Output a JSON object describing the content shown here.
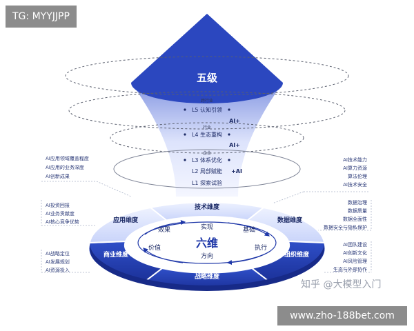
{
  "watermark": {
    "tg": "TG: MYYJJPP",
    "zhihu": "知乎 @大模型入门",
    "site": "www.zho-188bet.com"
  },
  "cone": {
    "top_label": "五级",
    "levels": [
      {
        "tag": "跨行业",
        "name": "L5 认知引领",
        "suffix": "AI+"
      },
      {
        "tag": "行业",
        "name": "L4 生态重构",
        "suffix": "AI+"
      },
      {
        "tag": "企业",
        "name": "L3 体系优化",
        "suffix": ""
      },
      {
        "tag": "",
        "name": "L2 局部赋能",
        "suffix": "+AI"
      },
      {
        "tag": "",
        "name": "L1 探索试验",
        "suffix": ""
      }
    ]
  },
  "left_notes": [
    [
      "AI应用领域覆盖程度",
      "AI应用的业务深度",
      "AI创新成果"
    ],
    [
      "AI投资回报",
      "AI业务贡献度",
      "AI核心竞争优势"
    ],
    [
      "AI战略定位",
      "AI发展规划",
      "AI资源投入"
    ]
  ],
  "right_notes": [
    [
      "AI技术能力",
      "AI算力资源",
      "算法伦理",
      "AI技术安全"
    ],
    [
      "数据治理",
      "数据质量",
      "数据全面性",
      "数据安全与隐私保护"
    ],
    [
      "AI团队建设",
      "AI创新文化",
      "AI风险管理",
      "生态与外部协作"
    ]
  ],
  "six_dim": {
    "center": "六维",
    "outer": [
      "技术维度",
      "数据维度",
      "组织维度",
      "战略维度",
      "商业维度",
      "应用维度"
    ],
    "inner": [
      "实现",
      "基础",
      "执行",
      "方向",
      "价值",
      "效果"
    ]
  },
  "colors": {
    "dark_blue": "#1e37a8",
    "mid_blue": "#2f4fc8",
    "pale_blue": "#dfe6ff",
    "text_dark": "#1d2b66",
    "line": "#aab3c8"
  }
}
